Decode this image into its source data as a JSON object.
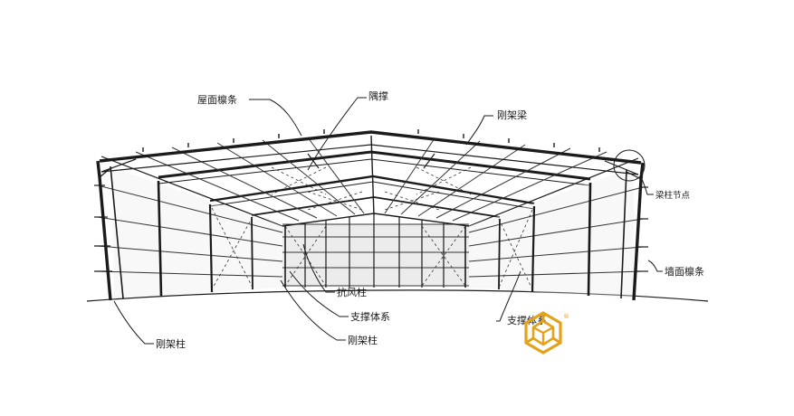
{
  "labels": {
    "roof_purlin": "屋面檩条",
    "bracing": "隅撑",
    "rigid_beam": "刚架梁",
    "beam_column_joint": "梁柱节点",
    "wall_purlin": "墙面檩条",
    "wind_column": "抗风柱",
    "bracing_system_center": "支撑体系",
    "rigid_column_center": "刚架柱",
    "bracing_system_right": "支撑体系",
    "rigid_column_left": "刚架柱"
  },
  "watermark": {
    "color": "#e3a21a",
    "registered_mark": "®",
    "icon": "hexagon-logo-icon"
  },
  "colors": {
    "line": "#1b1b1b",
    "background": "#ffffff"
  }
}
